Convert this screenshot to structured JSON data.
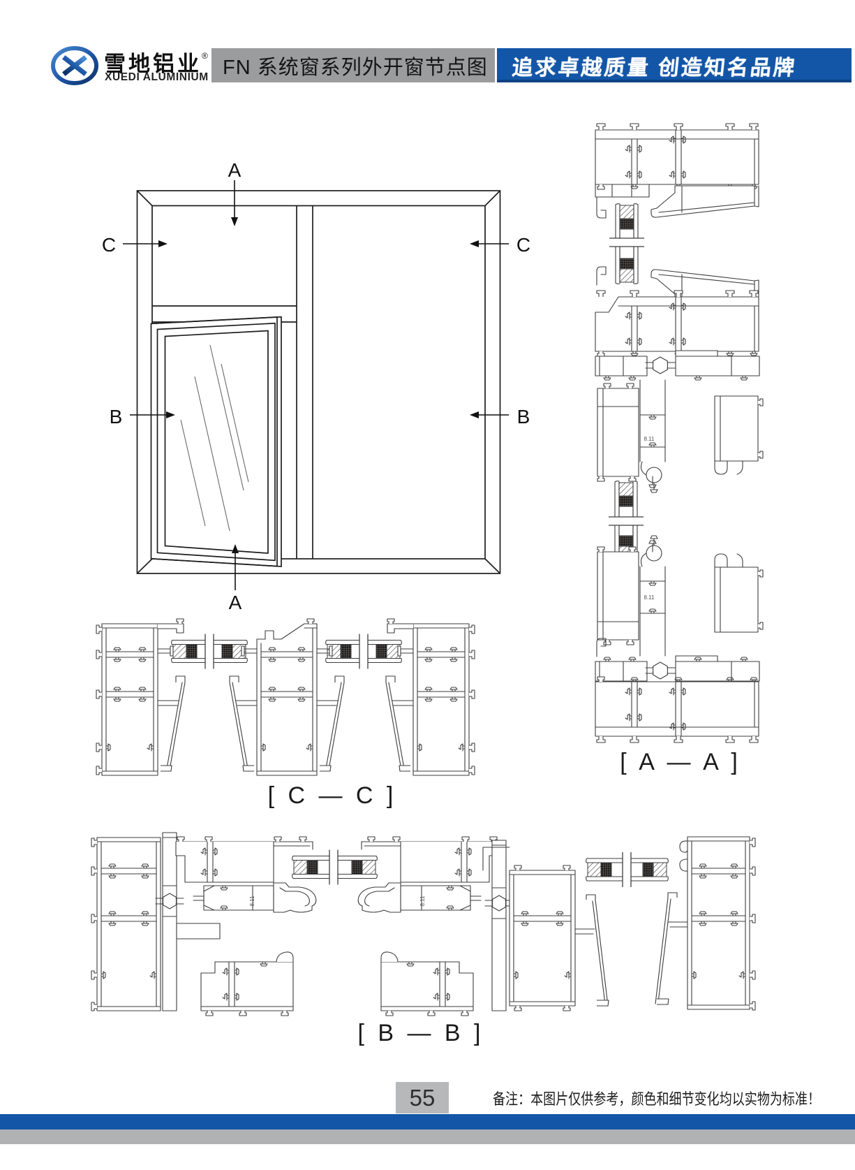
{
  "header": {
    "logo": {
      "name_cn": "雪地铝业",
      "reg_mark": "®",
      "name_en": "XUEDI ALUMINIUM"
    },
    "title": "FN 系统窗系列外开窗节点图",
    "slogan": "追求卓越质量 创造知名品牌",
    "colors": {
      "title_bar_gray": "#9b9c9e",
      "slogan_bar_blue": "#1356a7",
      "logo_blue_dark": "#123a7d",
      "logo_blue_light": "#3f82c8"
    }
  },
  "elevation": {
    "markers": {
      "a_top": "A",
      "a_bottom": "A",
      "b_left": "B",
      "b_right": "B",
      "c_left": "C",
      "c_right": "C"
    }
  },
  "sections": {
    "cc_label": "[ C — C ]",
    "aa_label": "[ A — A ]",
    "bb_label": "[ B — B ]",
    "dim_label": "8.11"
  },
  "footer": {
    "page_number": "55",
    "note": "备注：本图片仅供参考，颜色和细节变化均以实物为标准！",
    "colors": {
      "bar_blue": "#1356a7",
      "bar_gray": "#b0b2b4",
      "page_box_gray": "#b6b8ba"
    }
  }
}
